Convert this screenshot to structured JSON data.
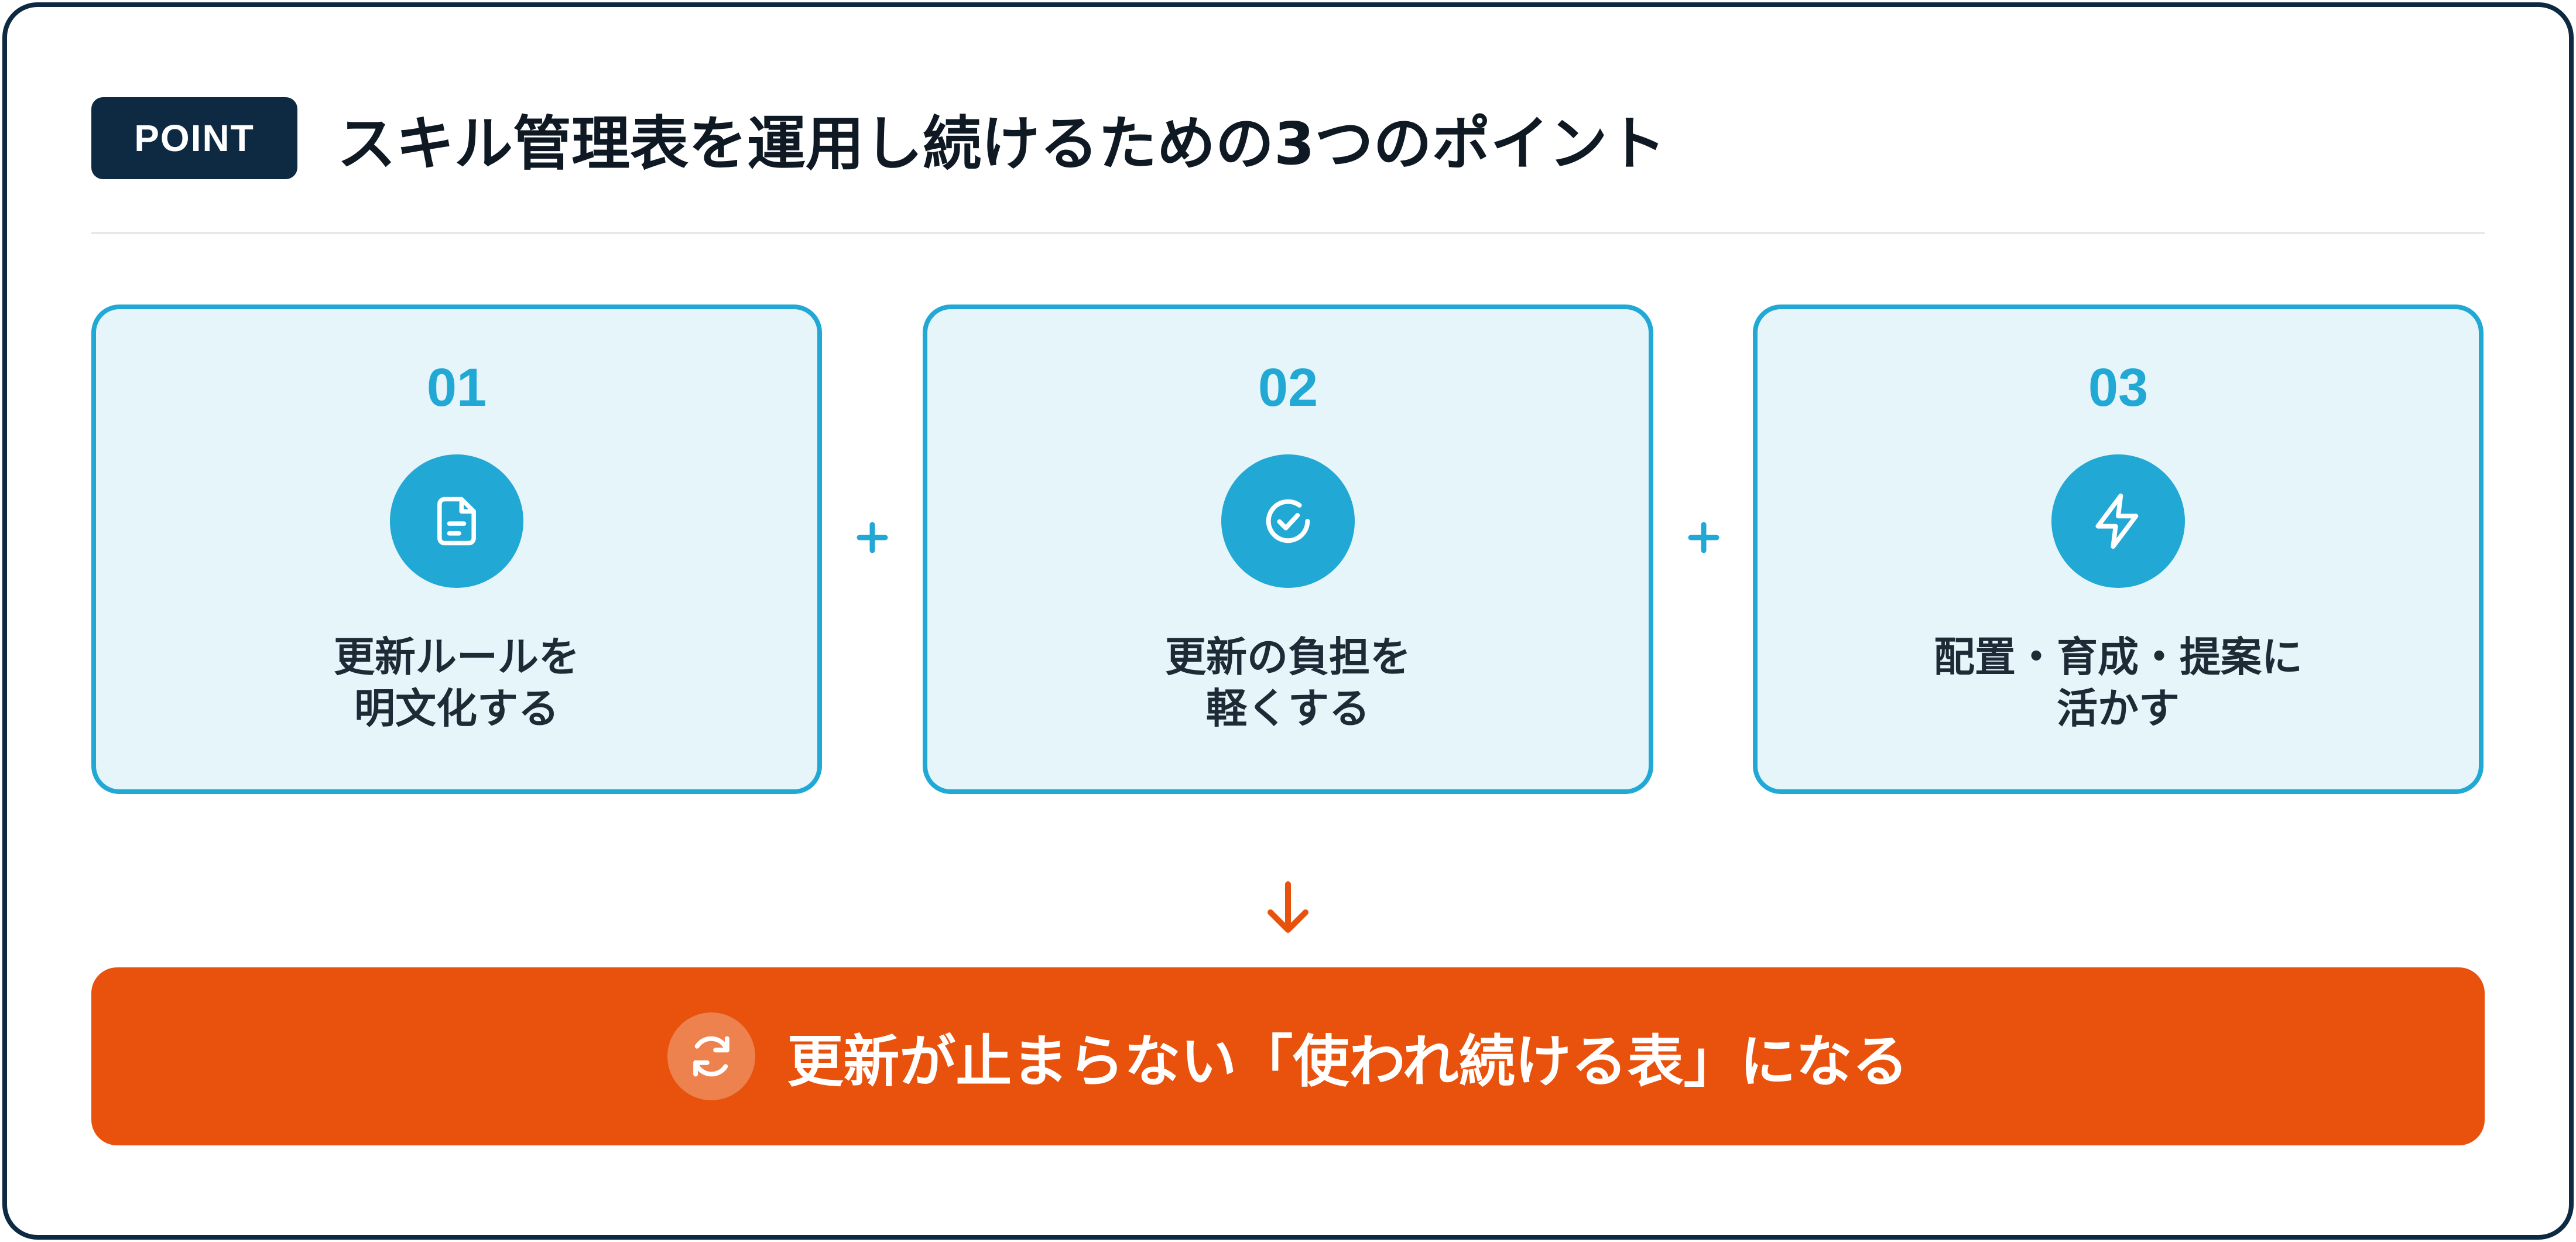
{
  "header": {
    "badge_label": "POINT",
    "title": "スキル管理表を運用し続けるための3つのポイント"
  },
  "points": [
    {
      "number": "01",
      "icon": "document-icon",
      "label_line1": "更新ルールを",
      "label_line2": "明文化する"
    },
    {
      "number": "02",
      "icon": "check-circle-icon",
      "label_line1": "更新の負担を",
      "label_line2": "軽くする"
    },
    {
      "number": "03",
      "icon": "lightning-icon",
      "label_line1": "配置・育成・提案に",
      "label_line2": "活かす"
    }
  ],
  "result": {
    "icon": "refresh-icon",
    "text": "更新が止まらない「使われ続ける表」になる"
  },
  "colors": {
    "navy": "#0e2a42",
    "accent_blue": "#22a8d4",
    "card_fill": "#e6f5fa",
    "accent_orange": "#e8520c"
  }
}
